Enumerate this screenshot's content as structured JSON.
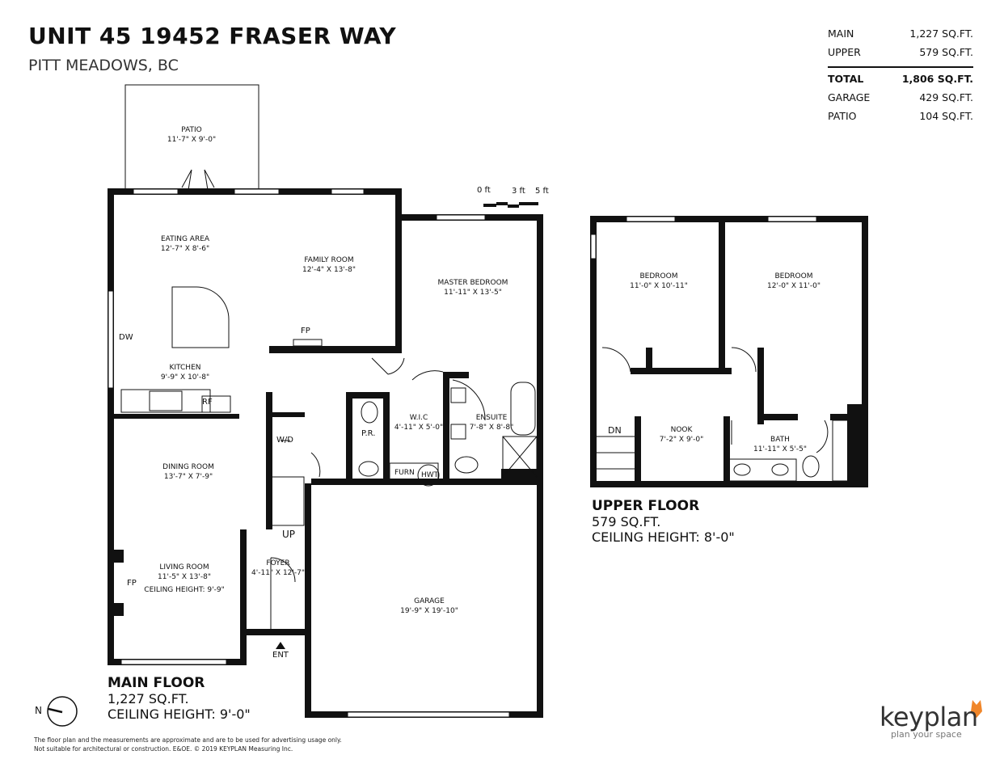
{
  "header": {
    "title": "UNIT 45 19452 FRASER WAY",
    "subtitle": "PITT MEADOWS, BC"
  },
  "area_table": [
    {
      "label": "MAIN",
      "value": "1,227 SQ.FT."
    },
    {
      "label": "UPPER",
      "value": "579 SQ.FT."
    },
    {
      "label": "TOTAL",
      "value": "1,806 SQ.FT."
    },
    {
      "label": "GARAGE",
      "value": "429 SQ.FT."
    },
    {
      "label": "PATIO",
      "value": "104 SQ.FT."
    }
  ],
  "scale": {
    "t0": "0 ft",
    "t1": "3 ft",
    "t2": "5 ft"
  },
  "main_rooms": {
    "patio": {
      "name": "PATIO",
      "dim": "11'-7\" X 9'-0\""
    },
    "eating": {
      "name": "EATING AREA",
      "dim": "12'-7\" X 8'-6\""
    },
    "family": {
      "name": "FAMILY ROOM",
      "dim": "12'-4\" X 13'-8\""
    },
    "master": {
      "name": "MASTER BEDROOM",
      "dim": "11'-11\" X 13'-5\""
    },
    "kitchen": {
      "name": "KITCHEN",
      "dim": "9'-9\" X 10'-8\""
    },
    "wic": {
      "name": "W.I.C",
      "dim": "4'-11\" X 5'-0\""
    },
    "ensuite": {
      "name": "ENSUITE",
      "dim": "7'-8\" X 8'-8\""
    },
    "dining": {
      "name": "DINING ROOM",
      "dim": "13'-7\" X 7'-9\""
    },
    "living": {
      "name": "LIVING ROOM",
      "dim": "11'-5\" X 13'-8\"",
      "ceiling": "CEILING HEIGHT: 9'-9\""
    },
    "foyer": {
      "name": "FOYER",
      "dim": "4'-11\" X 12'-7\""
    },
    "garage": {
      "name": "GARAGE",
      "dim": "19'-9\" X 19'-10\""
    }
  },
  "main_fixtures": {
    "fp1": "FP",
    "fp2": "FP",
    "dw": "DW",
    "rf": "RF",
    "wd": "W/D",
    "pr": "P.R.",
    "furn": "FURN",
    "hwt": "HWT",
    "up": "UP",
    "ent": "ENT"
  },
  "upper_rooms": {
    "bed1": {
      "name": "BEDROOM",
      "dim": "11'-0\" X 10'-11\""
    },
    "bed2": {
      "name": "BEDROOM",
      "dim": "12'-0\" X 11'-0\""
    },
    "nook": {
      "name": "NOOK",
      "dim": "7'-2\" X 9'-0\""
    },
    "bath": {
      "name": "BATH",
      "dim": "11'-11\" X 5'-5\""
    },
    "dn": "DN"
  },
  "main_floor": {
    "name": "MAIN FLOOR",
    "area": "1,227 SQ.FT.",
    "ceiling": "CEILING HEIGHT: 9'-0\""
  },
  "upper_floor": {
    "name": "UPPER FLOOR",
    "area": "579 SQ.FT.",
    "ceiling": "CEILING HEIGHT: 8'-0\""
  },
  "compass": "N",
  "disclaimer": {
    "line1": "The floor plan and the measurements are approximate and are to be used for advertising usage only.",
    "line2": "Not suitable for architectural or construction. E&OE. © 2019 KEYPLAN Measuring Inc."
  },
  "logo": {
    "word": "keyplan",
    "tagline": "plan your space",
    "accent": "#f0862a"
  }
}
